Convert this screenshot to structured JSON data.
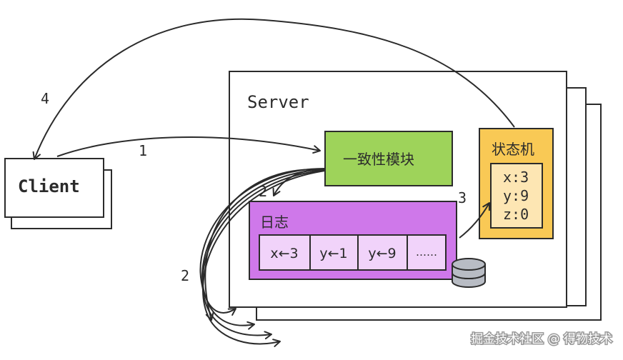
{
  "client": {
    "label": "Client"
  },
  "server": {
    "label": "Server"
  },
  "consensus": {
    "label": "一致性模块"
  },
  "state_machine": {
    "label": "状态机",
    "values": [
      "x:3",
      "y:9",
      "z:0"
    ]
  },
  "log": {
    "label": "日志",
    "entries": [
      "x←3",
      "y←1",
      "y←9",
      "……"
    ]
  },
  "steps": {
    "request": "1",
    "replicate": "2",
    "replicate_peers": "2",
    "apply": "3",
    "reply": "4"
  },
  "watermark": "掘金技术社区 @ 得物技术",
  "colors": {
    "consensus_fill": "#9ed35a",
    "state_fill": "#f9c955",
    "state_inner": "#fde6b3",
    "log_fill": "#cf78ea",
    "log_cell": "#f1d3fa",
    "disk": "#b8bcc4",
    "stroke": "#2b2b2b"
  },
  "icons": [
    "database-icon"
  ]
}
